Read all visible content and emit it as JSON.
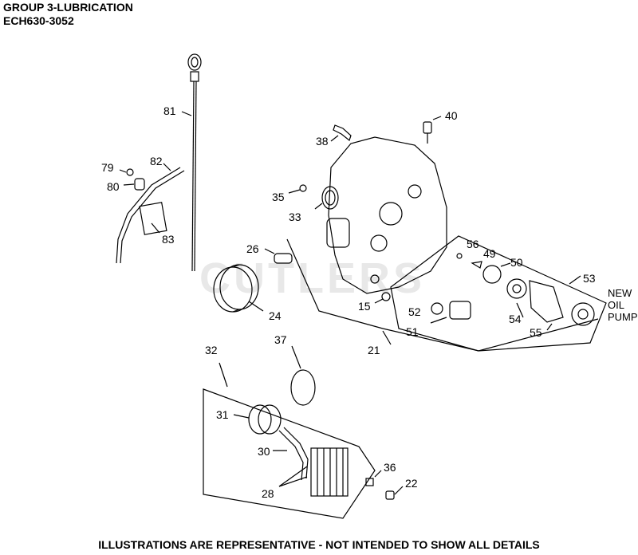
{
  "header": {
    "group": "GROUP 3-LUBRICATION",
    "model": "ECH630-3052"
  },
  "watermark": "CUTLERS",
  "new_oil_pump": [
    "NEW",
    "OIL",
    "PUMP"
  ],
  "footer": "ILLUSTRATIONS ARE REPRESENTATIVE - NOT INTENDED TO SHOW ALL DETAILS",
  "callouts": {
    "c15": "15",
    "c21": "21",
    "c22": "22",
    "c24": "24",
    "c26": "26",
    "c28": "28",
    "c30": "30",
    "c31": "31",
    "c32": "32",
    "c33": "33",
    "c35": "35",
    "c36": "36",
    "c37": "37",
    "c38": "38",
    "c40": "40",
    "c49": "49",
    "c50": "50",
    "c51": "51",
    "c52": "52",
    "c53": "53",
    "c54": "54",
    "c55": "55",
    "c56": "56",
    "c79": "79",
    "c80": "80",
    "c81": "81",
    "c82": "82",
    "c83": "83"
  }
}
